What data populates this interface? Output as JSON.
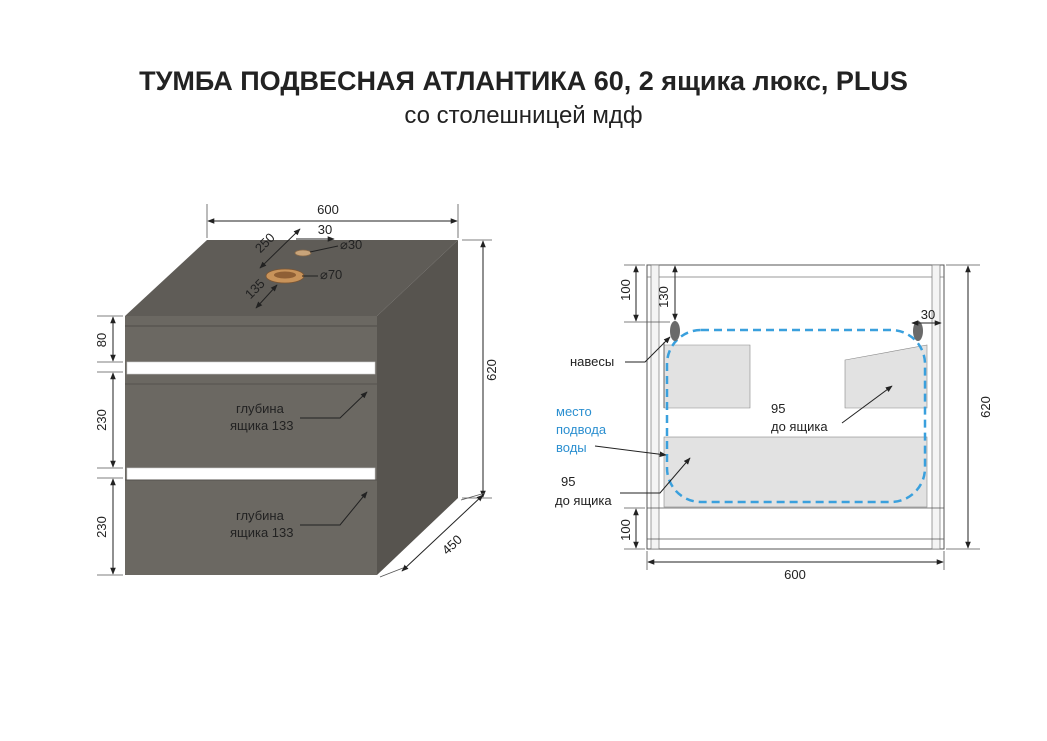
{
  "title": "ТУМБА ПОДВЕСНАЯ АТЛАНТИКА 60, 2 ящика люкс, PLUS",
  "subtitle": "со столешницей мдф",
  "left": {
    "width": "600",
    "height": "620",
    "depth": "450",
    "top_band": "80",
    "drawer_1": "230",
    "drawer_2": "230",
    "hole_offset_1": "30",
    "hole_offset_2": "250",
    "hole_offset_3": "135",
    "hole_d1": "⌀30",
    "hole_d2": "⌀70",
    "depth_label_1": "глубина",
    "depth_value_1": "ящика 133",
    "depth_label_2": "глубина",
    "depth_value_2": "ящика 133"
  },
  "right": {
    "width": "600",
    "height": "620",
    "top_100": "100",
    "top_130": "130",
    "side_30": "30",
    "bottom_100": "100",
    "hangers": "навесы",
    "water_1": "место",
    "water_2": "подвода",
    "water_3": "воды",
    "gap_right_1": "95",
    "gap_right_2": "до ящика",
    "gap_left_1": "95",
    "gap_left_2": "до ящика"
  },
  "colors": {
    "body": "#6b6862",
    "top": "#5f5c57",
    "side": "#57544f",
    "handle": "#ffffff",
    "water_zone": "#3aa0dd",
    "panel": "#e2e2e2",
    "water_text": "#2b8fd0"
  }
}
